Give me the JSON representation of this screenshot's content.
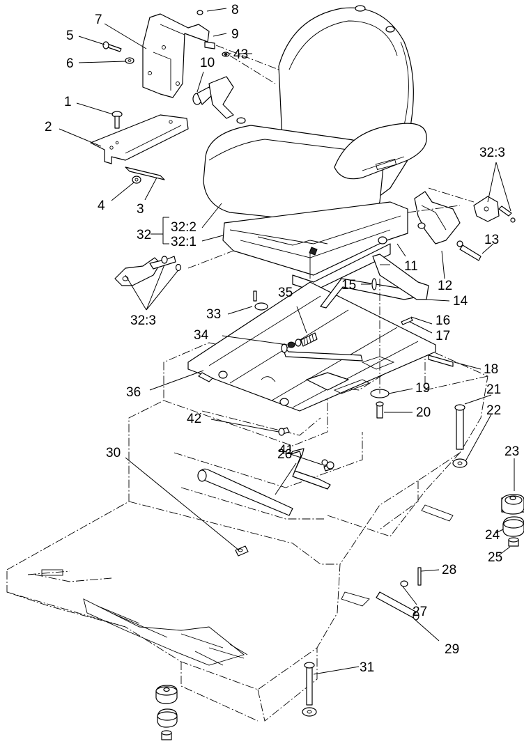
{
  "diagram": {
    "callouts": [
      {
        "id": "c1",
        "label": "1"
      },
      {
        "id": "c2",
        "label": "2"
      },
      {
        "id": "c3",
        "label": "3"
      },
      {
        "id": "c4",
        "label": "4"
      },
      {
        "id": "c5",
        "label": "5"
      },
      {
        "id": "c6",
        "label": "6"
      },
      {
        "id": "c7",
        "label": "7"
      },
      {
        "id": "c8",
        "label": "8"
      },
      {
        "id": "c9",
        "label": "9"
      },
      {
        "id": "c10",
        "label": "10"
      },
      {
        "id": "c11",
        "label": "11"
      },
      {
        "id": "c12",
        "label": "12"
      },
      {
        "id": "c13",
        "label": "13"
      },
      {
        "id": "c14",
        "label": "14"
      },
      {
        "id": "c15",
        "label": "15"
      },
      {
        "id": "c16",
        "label": "16"
      },
      {
        "id": "c17",
        "label": "17"
      },
      {
        "id": "c18",
        "label": "18"
      },
      {
        "id": "c19",
        "label": "19"
      },
      {
        "id": "c20",
        "label": "20"
      },
      {
        "id": "c21",
        "label": "21"
      },
      {
        "id": "c22",
        "label": "22"
      },
      {
        "id": "c23",
        "label": "23"
      },
      {
        "id": "c24",
        "label": "24"
      },
      {
        "id": "c25",
        "label": "25"
      },
      {
        "id": "c26",
        "label": "26"
      },
      {
        "id": "c27",
        "label": "27"
      },
      {
        "id": "c28",
        "label": "28"
      },
      {
        "id": "c29",
        "label": "29"
      },
      {
        "id": "c30",
        "label": "30"
      },
      {
        "id": "c31",
        "label": "31"
      },
      {
        "id": "c32",
        "label": "32"
      },
      {
        "id": "c32-2",
        "label": "32:2"
      },
      {
        "id": "c32-1",
        "label": "32:1"
      },
      {
        "id": "c32-3a",
        "label": "32:3"
      },
      {
        "id": "c32-3b",
        "label": "32:3"
      },
      {
        "id": "c33",
        "label": "33"
      },
      {
        "id": "c34",
        "label": "34"
      },
      {
        "id": "c35",
        "label": "35"
      },
      {
        "id": "c36",
        "label": "36"
      },
      {
        "id": "c41",
        "label": "41"
      },
      {
        "id": "c42",
        "label": "42"
      },
      {
        "id": "c43",
        "label": "43"
      }
    ]
  }
}
